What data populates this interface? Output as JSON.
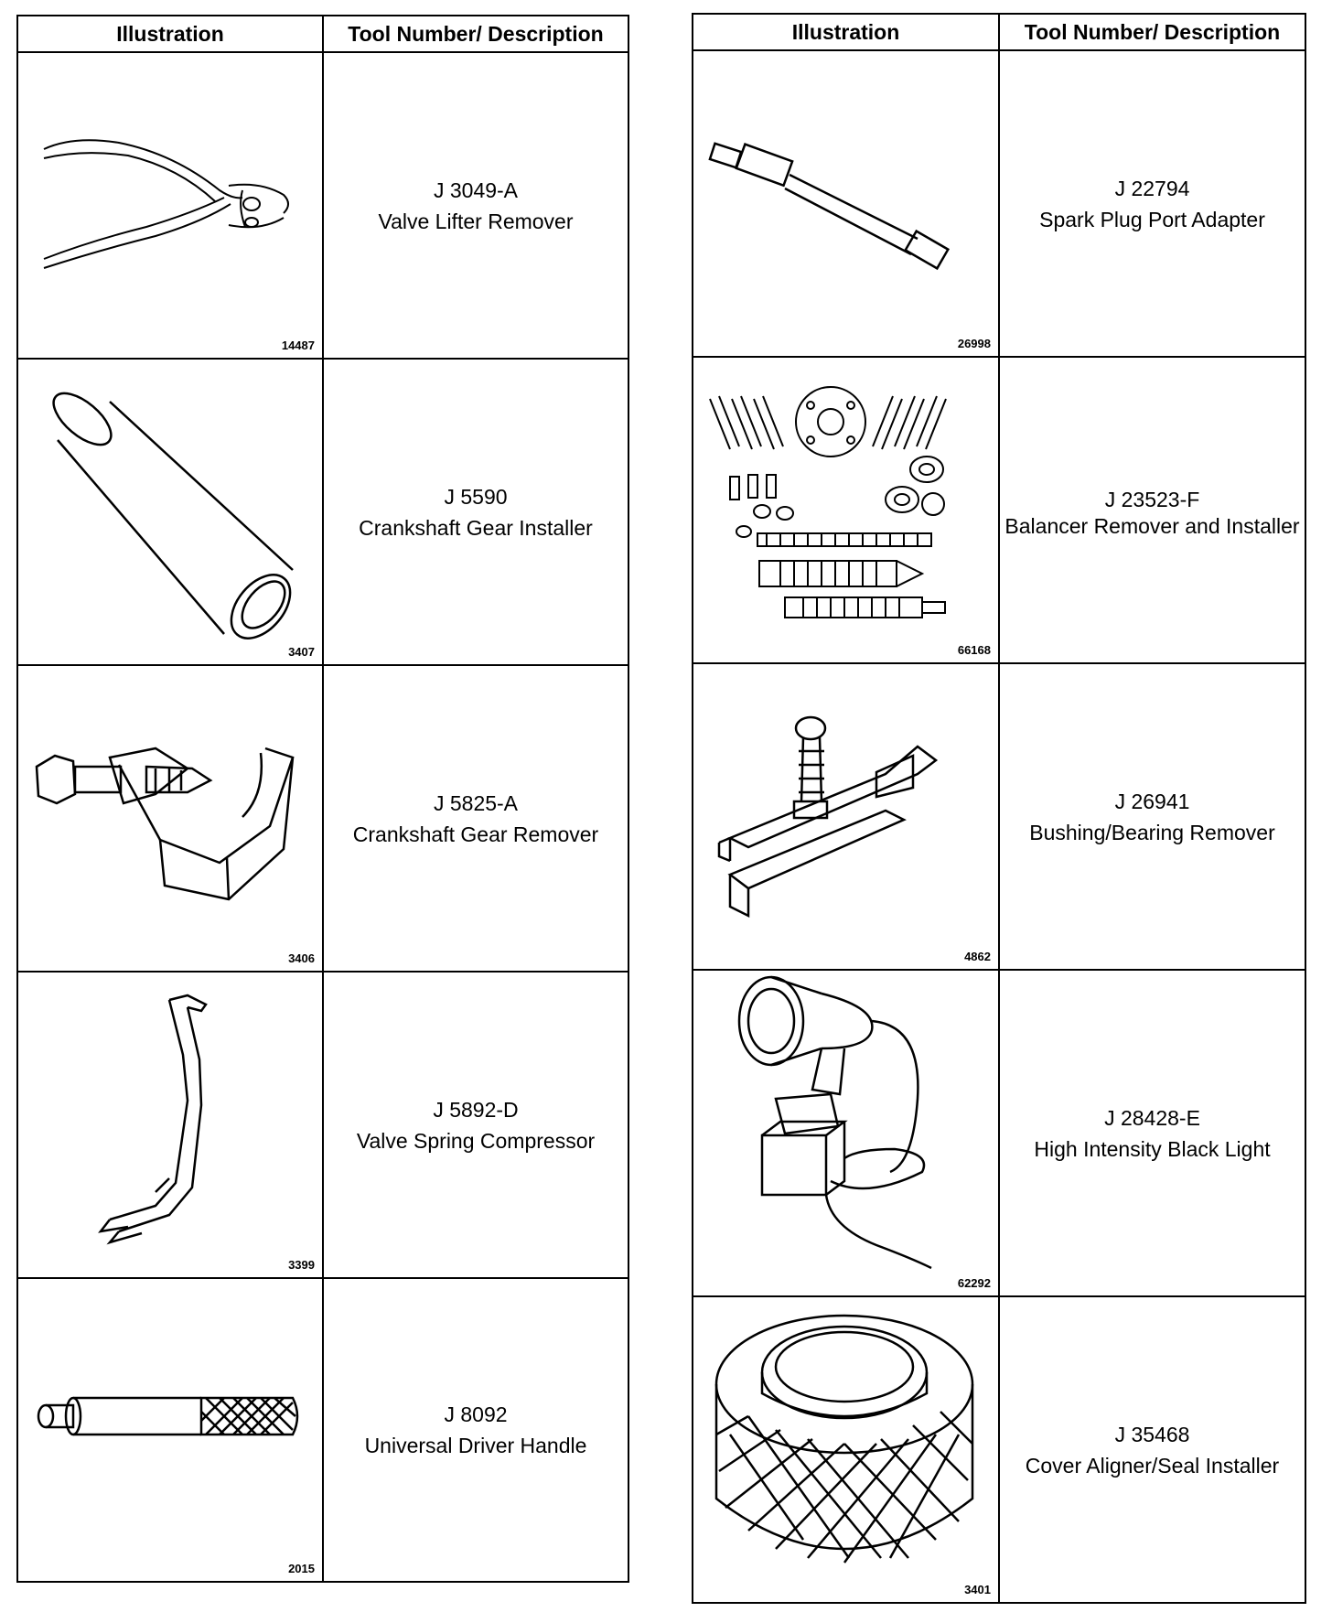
{
  "headers": {
    "illustration": "Illustration",
    "tool": "Tool Number/ Description"
  },
  "left_table": [
    {
      "icon": "pliers-icon",
      "fig": "14487",
      "number": "J 3049-A",
      "description": "Valve Lifter Remover"
    },
    {
      "icon": "cylinder-sleeve-icon",
      "fig": "3407",
      "number": "J 5590",
      "description": "Crankshaft Gear Installer"
    },
    {
      "icon": "gear-puller-icon",
      "fig": "3406",
      "number": "J 5825-A",
      "description": "Crankshaft Gear Remover"
    },
    {
      "icon": "spring-compressor-icon",
      "fig": "3399",
      "number": "J 5892-D",
      "description": "Valve Spring Compressor"
    },
    {
      "icon": "driver-handle-icon",
      "fig": "2015",
      "number": "J 8092",
      "description": "Universal Driver Handle"
    }
  ],
  "right_table": [
    {
      "icon": "port-adapter-icon",
      "fig": "26998",
      "number": "J 22794",
      "description": "Spark Plug Port Adapter"
    },
    {
      "icon": "balancer-kit-icon",
      "fig": "66168",
      "number": "J 23523-F",
      "description": "Balancer Remover and Installer"
    },
    {
      "icon": "bushing-remover-icon",
      "fig": "4862",
      "number": "J 26941",
      "description": "Bushing/Bearing Remover"
    },
    {
      "icon": "black-light-icon",
      "fig": "62292",
      "number": "J 28428-E",
      "description": "High Intensity Black Light"
    },
    {
      "icon": "seal-installer-icon",
      "fig": "3401",
      "number": "J 35468",
      "description": "Cover Aligner/Seal Installer"
    }
  ]
}
